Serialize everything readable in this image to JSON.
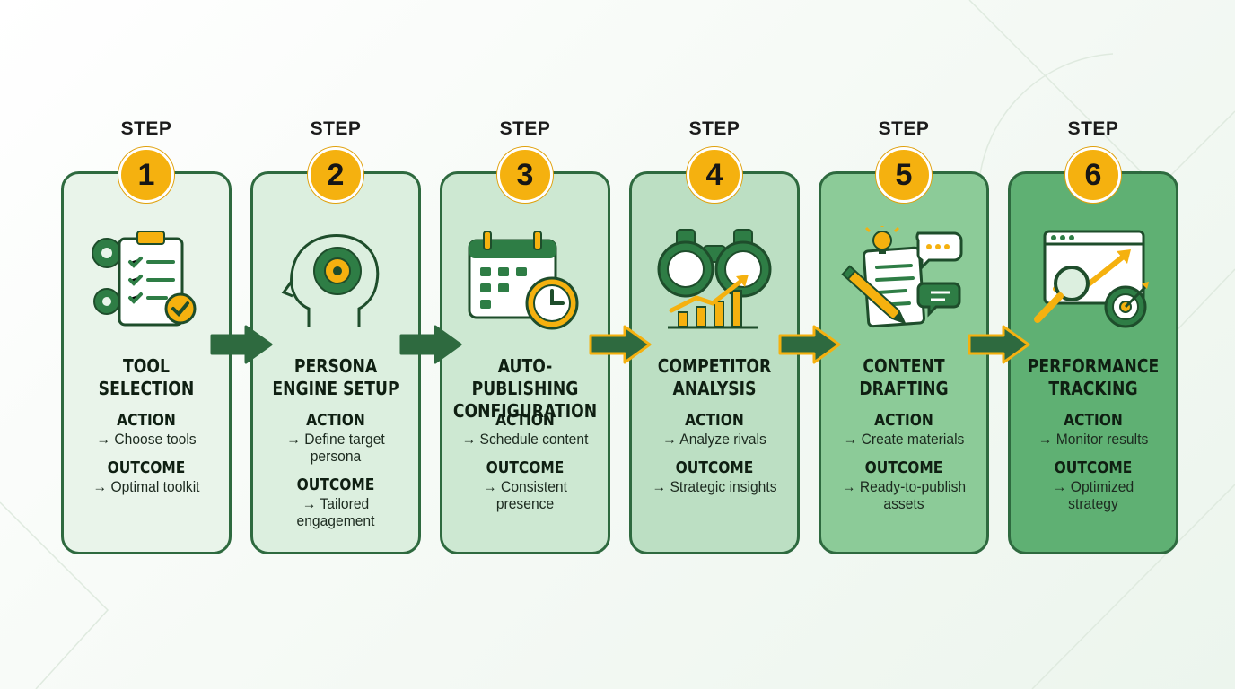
{
  "step_word": "STEP",
  "steps": [
    {
      "number": "1",
      "title": [
        "TOOL",
        "SELECTION"
      ],
      "action_head": "ACTION",
      "action": [
        "→ Choose tools"
      ],
      "outcome_head": "OUTCOME",
      "outcome": [
        "→ Optimal toolkit"
      ],
      "icon": "clipboard-gears-icon"
    },
    {
      "number": "2",
      "title": [
        "PERSONA",
        "ENGINE SETUP"
      ],
      "action_head": "ACTION",
      "action": [
        "→ Define target",
        "persona"
      ],
      "outcome_head": "OUTCOME",
      "outcome": [
        "→ Tailored",
        "engagement"
      ],
      "icon": "head-gear-icon"
    },
    {
      "number": "3",
      "title": [
        "AUTO-PUBLISHING",
        "CONFIGURATION"
      ],
      "action_head": "ACTION",
      "action": [
        "→ Schedule content"
      ],
      "outcome_head": "OUTCOME",
      "outcome": [
        "→ Consistent",
        "presence"
      ],
      "icon": "calendar-clock-icon"
    },
    {
      "number": "4",
      "title": [
        "COMPETITOR",
        "ANALYSIS"
      ],
      "action_head": "ACTION",
      "action": [
        "→ Analyze rivals"
      ],
      "outcome_head": "OUTCOME",
      "outcome": [
        "→ Strategic insights"
      ],
      "icon": "binoculars-chart-icon"
    },
    {
      "number": "5",
      "title": [
        "CONTENT",
        "DRAFTING"
      ],
      "action_head": "ACTION",
      "action": [
        "→ Create materials"
      ],
      "outcome_head": "OUTCOME",
      "outcome": [
        "→ Ready-to-publish",
        "assets"
      ],
      "icon": "document-pen-icon"
    },
    {
      "number": "6",
      "title": [
        "PERFORMANCE",
        "TRACKING"
      ],
      "action_head": "ACTION",
      "action": [
        "→ Monitor results"
      ],
      "outcome_head": "OUTCOME",
      "outcome": [
        "→ Optimized",
        "strategy"
      ],
      "icon": "dashboard-target-icon"
    }
  ],
  "colors": {
    "card_fills": [
      "#e9f4ea",
      "#dcefdf",
      "#cde8d2",
      "#bcdfc3",
      "#8ccb98",
      "#5fb073"
    ],
    "border": "#2e6a3f",
    "badge": "#f5b10f",
    "arrow_dark": "#2e6a3f",
    "arrow_gold": "#f5b10f"
  }
}
